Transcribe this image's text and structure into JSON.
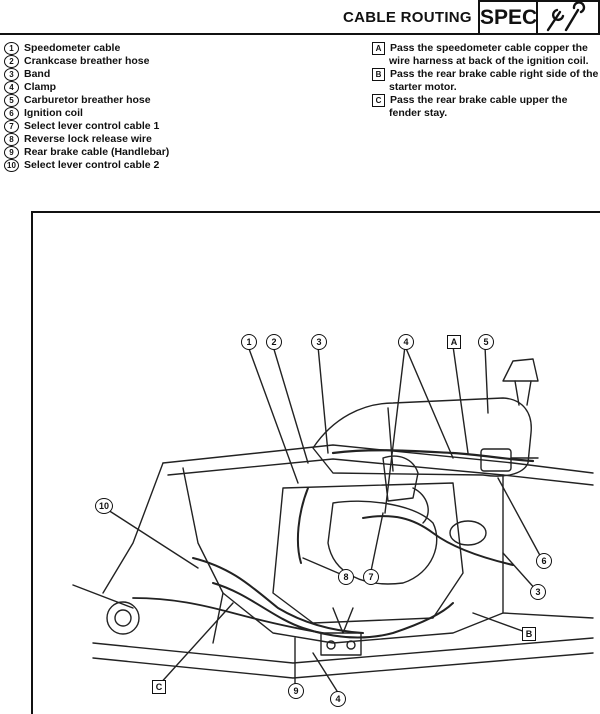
{
  "header": {
    "section_title": "CABLE ROUTING",
    "spec_badge": "SPEC",
    "icon": "wrench-icon"
  },
  "legend": [
    {
      "num": "1",
      "label": "Speedometer cable"
    },
    {
      "num": "2",
      "label": "Crankcase breather hose"
    },
    {
      "num": "3",
      "label": "Band"
    },
    {
      "num": "4",
      "label": "Clamp"
    },
    {
      "num": "5",
      "label": "Carburetor breather hose"
    },
    {
      "num": "6",
      "label": "Ignition coil"
    },
    {
      "num": "7",
      "label": "Select lever control cable 1"
    },
    {
      "num": "8",
      "label": "Reverse lock release wire"
    },
    {
      "num": "9",
      "label": "Rear brake cable (Handlebar)"
    },
    {
      "num": "10",
      "label": "Select lever control cable 2"
    }
  ],
  "notes": [
    {
      "letter": "A",
      "text": "Pass the speedometer cable copper the wire harness at back of the ignition coil."
    },
    {
      "letter": "B",
      "text": "Pass the rear brake cable right side of the starter motor."
    },
    {
      "letter": "C",
      "text": "Pass the rear brake cable upper the fender stay."
    }
  ],
  "figure": {
    "callouts": {
      "c1": "1",
      "c2": "2",
      "c3a": "3",
      "c4a": "4",
      "cA": "A",
      "c5": "5",
      "c10": "10",
      "c6": "6",
      "c8": "8",
      "c7": "7",
      "c3b": "3",
      "cB": "B",
      "cC": "C",
      "c9": "9",
      "c4b": "4"
    }
  }
}
